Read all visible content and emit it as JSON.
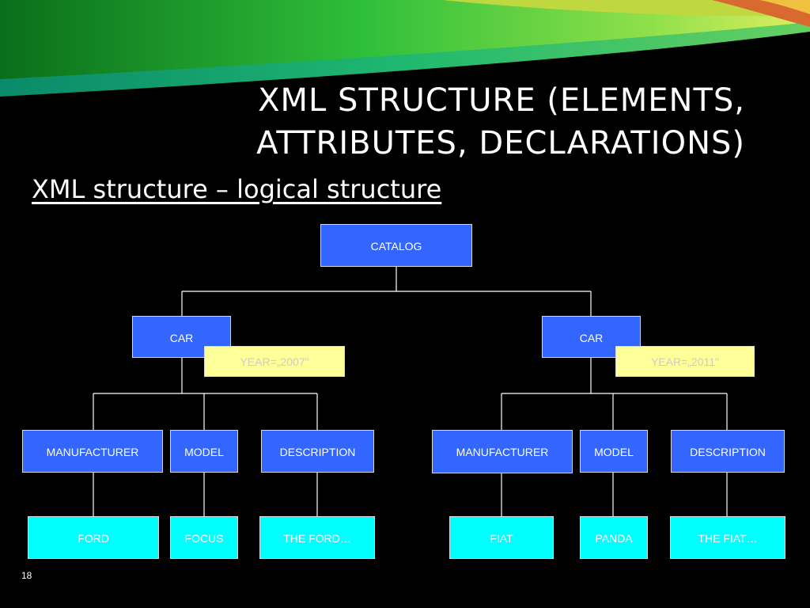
{
  "title": {
    "line1": "XML STRUCTURE (ELEMENTS,",
    "line2": "ATTRIBUTES, DECLARATIONS)"
  },
  "subtitle": "XML structure – logical structure",
  "page_number": "18",
  "diagram": {
    "root": "CATALOG",
    "cars": [
      {
        "label": "CAR",
        "attribute": "YEAR=„2007\"",
        "children": [
          {
            "label": "MANUFACTURER",
            "value": "FORD"
          },
          {
            "label": "MODEL",
            "value": "FOCUS"
          },
          {
            "label": "DESCRIPTION",
            "value": "THE FORD…"
          }
        ]
      },
      {
        "label": "CAR",
        "attribute": "YEAR=„2011\"",
        "children": [
          {
            "label": "MANUFACTURER",
            "value": "FIAT"
          },
          {
            "label": "MODEL",
            "value": "PANDA"
          },
          {
            "label": "DESCRIPTION",
            "value": "THE FIAT…"
          }
        ]
      }
    ]
  },
  "colors": {
    "background": "#000000",
    "element_box": "#3366ff",
    "attribute_box": "#ffff99",
    "value_box": "#00ffff",
    "connector": "#ffffff"
  }
}
